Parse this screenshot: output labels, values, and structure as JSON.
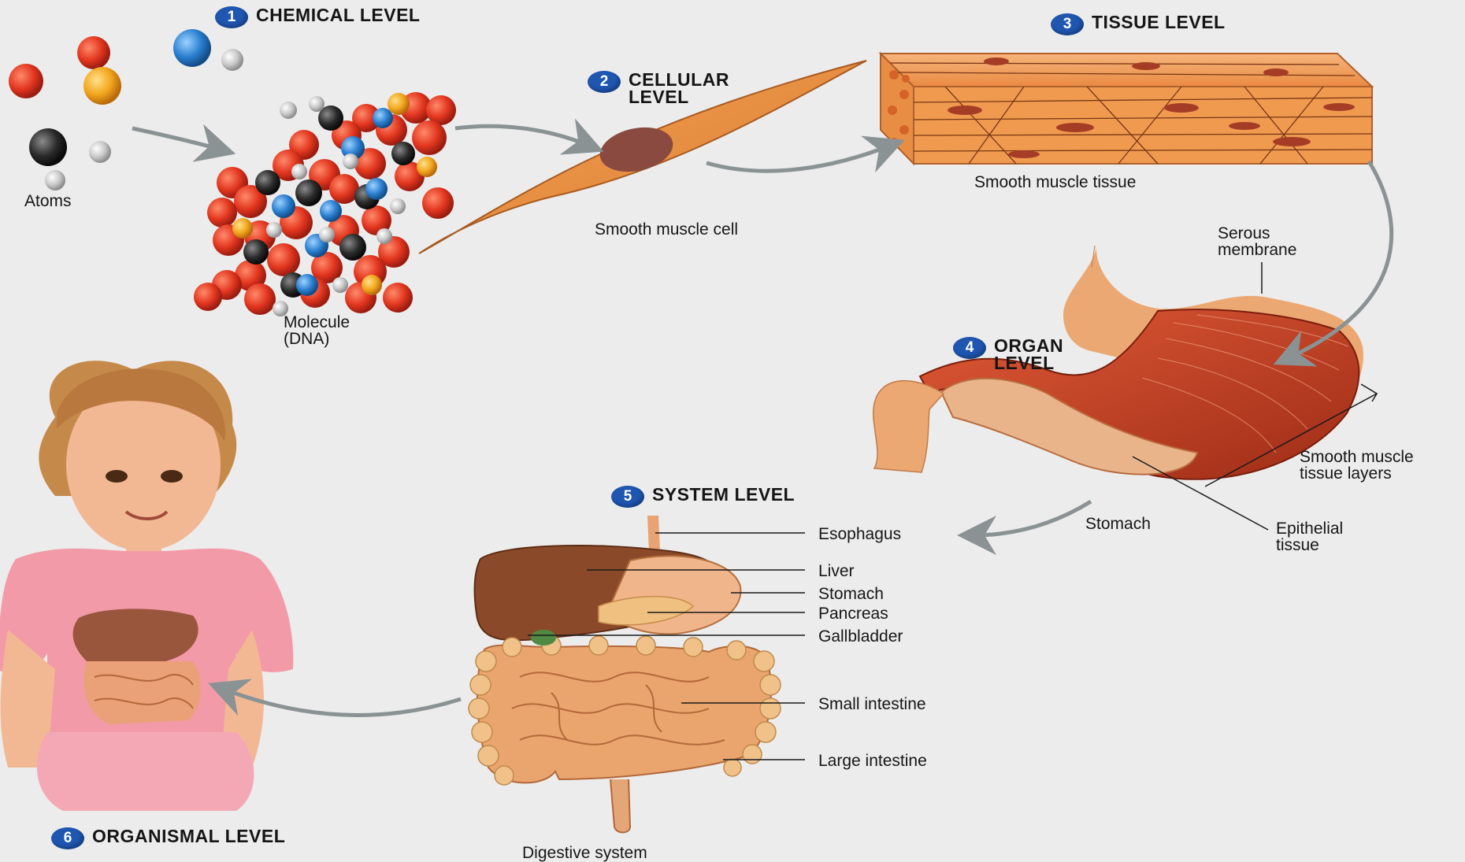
{
  "levels": [
    {
      "num": "1",
      "title": "CHEMICAL LEVEL"
    },
    {
      "num": "2",
      "title": "CELLULAR\nLEVEL"
    },
    {
      "num": "3",
      "title": "TISSUE LEVEL"
    },
    {
      "num": "4",
      "title": "ORGAN\nLEVEL"
    },
    {
      "num": "5",
      "title": "SYSTEM LEVEL"
    },
    {
      "num": "6",
      "title": "ORGANISMAL LEVEL"
    }
  ],
  "labels": {
    "atoms": "Atoms",
    "molecule": "Molecule",
    "dna": "(DNA)",
    "smooth_muscle_cell": "Smooth muscle cell",
    "smooth_muscle_tissue": "Smooth muscle tissue",
    "serous_membrane_1": "Serous",
    "serous_membrane_2": "membrane",
    "smooth_muscle_layers_1": "Smooth muscle",
    "smooth_muscle_layers_2": "tissue layers",
    "stomach_organ": "Stomach",
    "epithelial_1": "Epithelial",
    "epithelial_2": "tissue",
    "esophagus": "Esophagus",
    "liver": "Liver",
    "stomach": "Stomach",
    "pancreas": "Pancreas",
    "gallbladder": "Gallbladder",
    "small_intestine": "Small intestine",
    "large_intestine": "Large intestine",
    "digestive_system": "Digestive system"
  },
  "colors": {
    "badge": "#1e56b0",
    "arrow": "#8a9294",
    "muscle": "#c9542e",
    "tissue": "#e7883f",
    "skin": "#f1b58c",
    "shirt": "#f29aa8",
    "liver": "#8a4a2a"
  }
}
